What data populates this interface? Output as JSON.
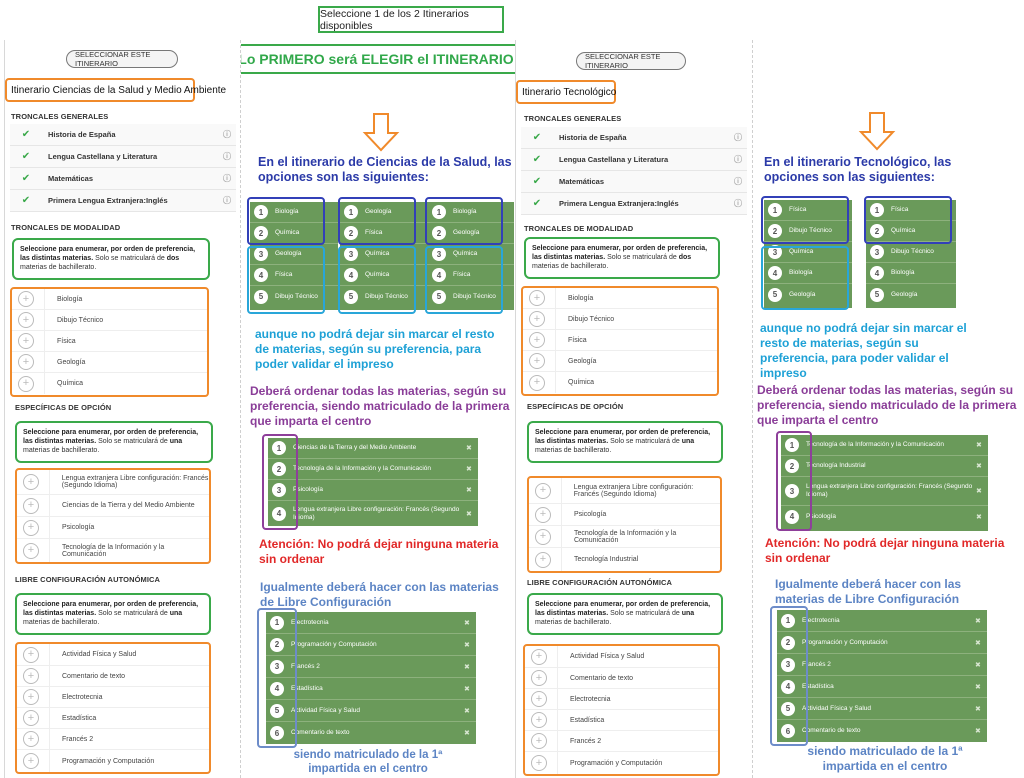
{
  "banner": "Seleccione 1 de los 2 Itinerarios disponibles",
  "elegir": "Lo PRIMERO será ELEGIR el ITINERARIO",
  "select_button": "SELECCIONAR ESTE ITINERARIO",
  "left_form": {
    "title": "Itinerario Ciencias de la Salud y Medio Ambiente",
    "troncales_title": "TRONCALES GENERALES",
    "troncales": [
      "Historia de España",
      "Lengua Castellana y Literatura",
      "Matemáticas",
      "Primera Lengua Extranjera:Inglés"
    ],
    "modalidad_title": "TRONCALES DE MODALIDAD",
    "modalidad_note_a": "Seleccione para enumerar, por orden de preferencia, las distintas materias.",
    "modalidad_note_b": " Solo se matriculará de ",
    "modalidad_note_c": "dos",
    "modalidad_note_d": " materias de bachillerato.",
    "modalidad": [
      "Biología",
      "Dibujo Técnico",
      "Física",
      "Geología",
      "Química"
    ],
    "especificas_title": "ESPECÍFICAS DE OPCIÓN",
    "especificas_note_a": "Seleccione para enumerar, por orden de preferencia, las distintas materias.",
    "especificas_note_b": " Solo se matriculará de ",
    "especificas_note_c": "una",
    "especificas_note_d": " materias de bachillerato.",
    "especificas": [
      "Lengua extranjera Libre configuración: Francés (Segundo Idioma)",
      "Ciencias de la Tierra y del Medio Ambiente",
      "Psicología",
      "Tecnología de la Información y la Comunicación"
    ],
    "libre_title": "LIBRE CONFIGURACIÓN AUTONÓMICA",
    "libre_note_a": "Seleccione para enumerar, por orden de preferencia, las distintas materias.",
    "libre_note_b": " Solo se matriculará de ",
    "libre_note_c": "una",
    "libre_note_d": " materias de bachillerato.",
    "libre": [
      "Actividad Física y Salud",
      "Comentario de texto",
      "Electrotecnia",
      "Estadística",
      "Francés 2",
      "Programación y Computación"
    ]
  },
  "right_form": {
    "title": "Itinerario Tecnológico",
    "troncales_title": "TRONCALES GENERALES",
    "troncales": [
      "Historia de España",
      "Lengua Castellana y Literatura",
      "Matemáticas",
      "Primera Lengua Extranjera:Inglés"
    ],
    "modalidad_title": "TRONCALES DE MODALIDAD",
    "modalidad": [
      "Biología",
      "Dibujo Técnico",
      "Física",
      "Geología",
      "Química"
    ],
    "especificas_title": "ESPECÍFICAS DE OPCIÓN",
    "especificas": [
      "Lengua extranjera Libre configuración: Francés (Segundo Idioma)",
      "Psicología",
      "Tecnología de la Información y la Comunicación",
      "Tecnología Industrial"
    ],
    "libre_title": "LIBRE CONFIGURACIÓN AUTONÓMICA",
    "libre": [
      "Actividad Física y Salud",
      "Comentario de texto",
      "Electrotecnia",
      "Estadística",
      "Francés 2",
      "Programación y Computación"
    ]
  },
  "annotations": {
    "salud_options": "En el itinerario de Ciencias de la Salud, las opciones son las siguientes:",
    "tec_options": "En el itinerario Tecnológico, las opciones son las siguientes:",
    "no_dejar": "aunque no podrá dejar sin marcar el resto de materias, según su preferencia, para poder validar el impreso",
    "ordenar": "Deberá ordenar todas las materias, según su preferencia, siendo matriculado de la primera que imparta el centro",
    "atencion": "Atención: No podrá dejar ninguna materia sin ordenar",
    "igualmente": "Igualmente deberá hacer con las materias de Libre Configuración",
    "siendo": "siendo matriculado de la 1ª impartida en el centro"
  },
  "salud_modalidad_options": [
    [
      "Biología",
      "Química",
      "Geología",
      "Física",
      "Dibujo Técnico"
    ],
    [
      "Geología",
      "Física",
      "Química",
      "Química",
      "Dibujo Técnico"
    ],
    [
      "Biología",
      "Geología",
      "Química",
      "Física",
      "Dibujo Técnico"
    ]
  ],
  "tec_modalidad_options": [
    [
      "Física",
      "Dibujo Técnico",
      "Química",
      "Biología",
      "Geología"
    ],
    [
      "Física",
      "Química",
      "Dibujo Técnico",
      "Biología",
      "Geología"
    ]
  ],
  "salud_especificas_order": [
    "Ciencias de la Tierra y del Medio Ambiente",
    "Tecnología de la Información y la Comunicación",
    "Psicología",
    "Lengua extranjera Libre configuración: Francés (Segundo Idioma)"
  ],
  "tec_especificas_order": [
    "Tecnología de la Información y la Comunicación",
    "Tecnología Industrial",
    "Lengua extranjera Libre configuración: Francés (Segundo Idioma)",
    "Psicología"
  ],
  "salud_libre_order": [
    "Electrotecnia",
    "Programación y Computación",
    "Francés 2",
    "Estadística",
    "Actividad Física y Salud",
    "Comentario de texto"
  ],
  "tec_libre_order": [
    "Electrotecnia",
    "Programación y Computación",
    "Francés 2",
    "Estadística",
    "Actividad Física y Salud",
    "Comentario de texto"
  ],
  "numbers": [
    "1",
    "2",
    "3",
    "4",
    "5",
    "6"
  ],
  "colors": {
    "green": "#3aa94a",
    "orange": "#f08a2b",
    "table_green": "#6a9a5a",
    "navy": "#2b3aa8",
    "cyan": "#1ea1d6",
    "purple": "#8a3d98",
    "red": "#e12828",
    "steel": "#5c84c4"
  }
}
